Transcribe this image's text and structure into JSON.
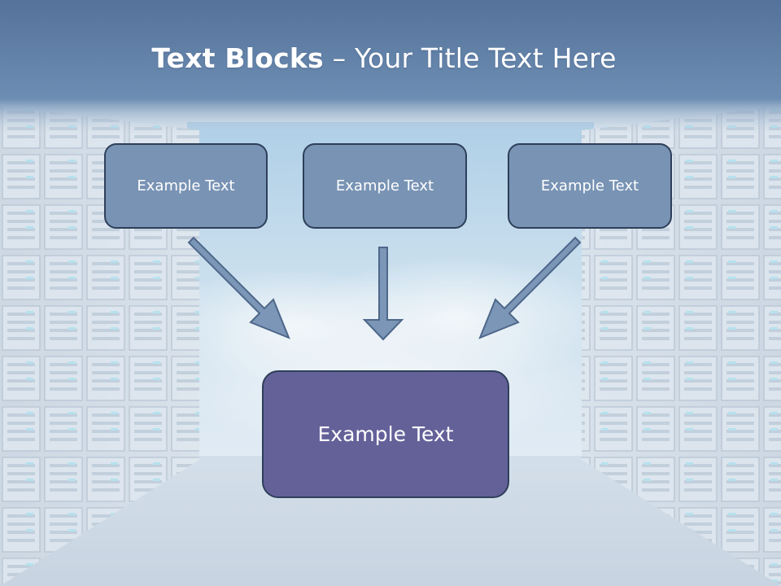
{
  "title": {
    "bold": "Text Blocks",
    "separator": " – ",
    "rest": "Your Title Text Here"
  },
  "boxes": {
    "top_left": "Example Text",
    "top_center": "Example Text",
    "top_right": "Example Text",
    "bottom": "Example Text"
  },
  "colors": {
    "small_box_fill": "#7893b4",
    "large_box_fill": "#646199",
    "box_border": "#2e3f5a",
    "arrow_fill": "#7b96b6",
    "header_band": "#5f7fa6"
  }
}
